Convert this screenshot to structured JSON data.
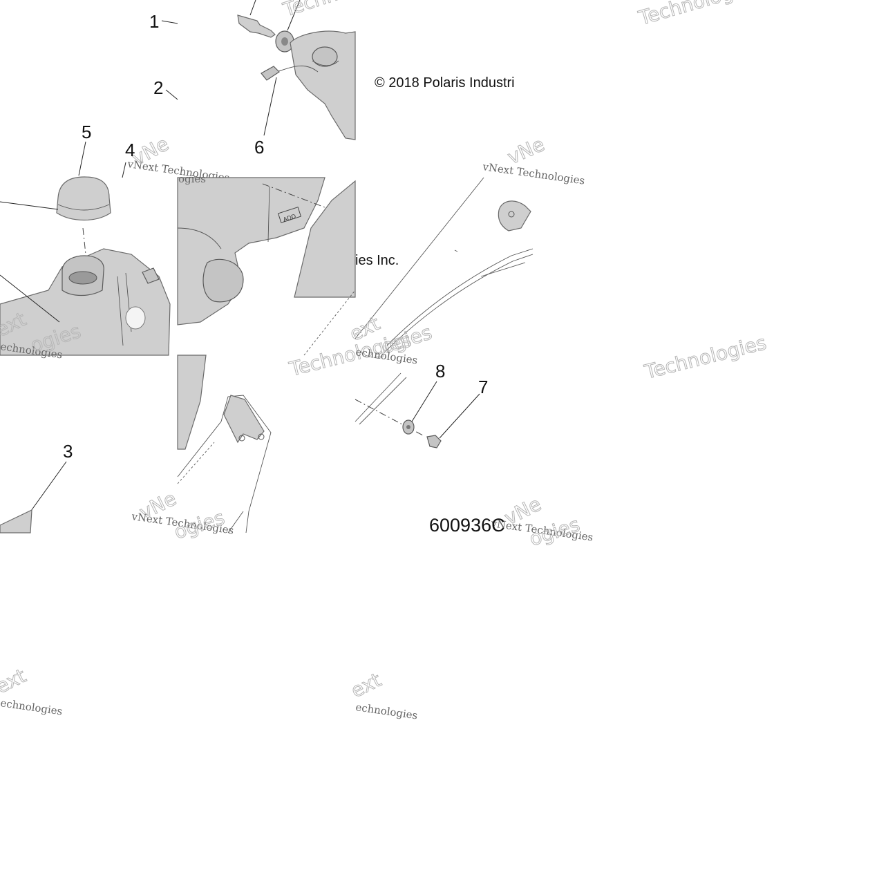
{
  "diagram": {
    "callouts": [
      {
        "label": "1"
      },
      {
        "label": "2"
      },
      {
        "label": "3"
      },
      {
        "label": "4"
      },
      {
        "label": "5"
      },
      {
        "label": "6"
      },
      {
        "label": "7"
      },
      {
        "label": "8"
      }
    ],
    "copyright_part1": "© 2018 Polaris Industri",
    "copyright_part2": "ies Inc.",
    "part_number": "600936C",
    "watermarks": {
      "technologies": "Technologies",
      "vnext": "vNext Technologies",
      "vne": "vNe",
      "ext": "ext",
      "ogies": "ogies",
      "echnologies": "echnologies"
    },
    "decal_text": "ADD"
  }
}
